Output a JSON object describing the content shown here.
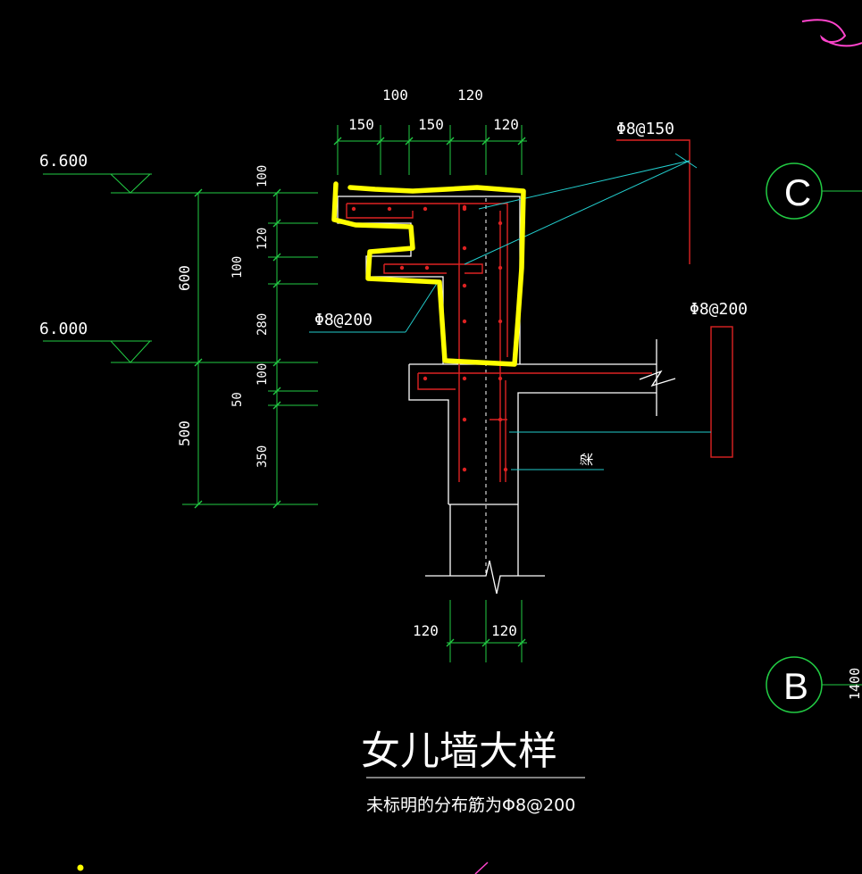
{
  "colors": {
    "background": "#000000",
    "dimension": "#22cc44",
    "structure": "#ffffff",
    "rebar": "#dd2222",
    "leader": "#22cccc",
    "highlight": "#ffff00",
    "markup": "#ff44cc",
    "text": "#ffffff"
  },
  "title": "女儿墙大样",
  "subtitle": "未标明的分布筋为Φ8@200",
  "elevations": [
    "6.600",
    "6.000"
  ],
  "dimensions": {
    "top_row": [
      "150",
      "150",
      "120"
    ],
    "top_upper": [
      "100",
      "120"
    ],
    "left_outer": [
      "600",
      "500"
    ],
    "left_inner": [
      "100",
      "120",
      "100",
      "280",
      "100",
      "50",
      "350"
    ],
    "bottom": [
      "120",
      "120"
    ],
    "right_edge": "1400"
  },
  "callouts": {
    "rebar_top": "Φ8@150",
    "rebar_left": "Φ8@200",
    "rebar_right": "Φ8@200",
    "beam": "梁"
  },
  "grid_axes": [
    "C",
    "B"
  ]
}
